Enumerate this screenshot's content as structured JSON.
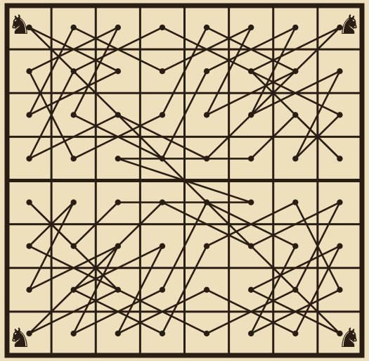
{
  "board": {
    "grid_rows": 8,
    "grid_cols": 8,
    "paper_color": "#efe0bd",
    "ink_color": "#2a1e14",
    "corner_figures": [
      {
        "name": "corner-knight-top-left",
        "glyph": "♞"
      },
      {
        "name": "corner-knight-top-right",
        "glyph": "♞"
      },
      {
        "name": "corner-knight-bottom-left",
        "glyph": "♞"
      },
      {
        "name": "corner-knight-bottom-right",
        "glyph": "♞"
      }
    ],
    "knight_tour_half": [
      [
        0,
        0
      ],
      [
        1,
        2
      ],
      [
        2,
        0
      ],
      [
        0,
        1
      ],
      [
        1,
        3
      ],
      [
        0,
        5
      ],
      [
        2,
        4
      ],
      [
        1,
        6
      ],
      [
        0,
        4
      ],
      [
        2,
        3
      ],
      [
        3,
        1
      ],
      [
        1,
        0
      ],
      [
        0,
        2
      ],
      [
        2,
        1
      ],
      [
        3,
        3
      ],
      [
        1,
        4
      ],
      [
        0,
        6
      ],
      [
        2,
        5
      ],
      [
        1,
        7
      ],
      [
        3,
        6
      ],
      [
        2,
        7
      ],
      [
        0,
        3
      ],
      [
        1,
        1
      ],
      [
        3,
        0
      ],
      [
        2,
        2
      ],
      [
        3,
        4
      ],
      [
        0,
        7
      ],
      [
        1,
        5
      ],
      [
        3,
        7
      ],
      [
        2,
        6
      ],
      [
        3,
        5
      ],
      [
        3,
        2
      ]
    ]
  }
}
